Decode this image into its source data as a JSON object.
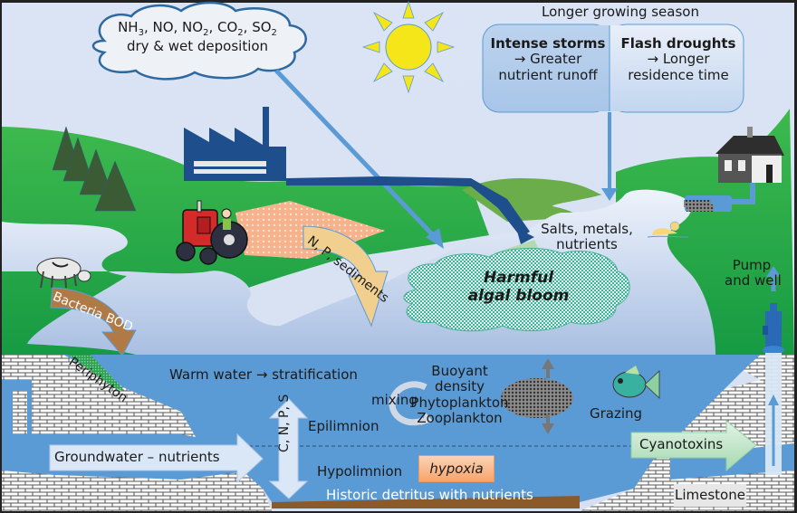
{
  "title": "Harmful algal bloom drivers in a lake ecosystem",
  "colors": {
    "sky": "#dbe4f4",
    "land": "#3cb54a",
    "water": "#5b9bd5",
    "bloom": "#6fc9b4",
    "factory": "#1f4e8c",
    "sun": "#f5e61a",
    "arrow_light": "#5b9bd5",
    "tractor": "#d42a2a",
    "sediment_arrow": "#f1d08f",
    "bacteria_arrow": "#b07a47",
    "rock": "#a9a9a9",
    "detritus": "#8b5a2b"
  },
  "labels": {
    "deposition_cloud": {
      "gases": [
        "NH",
        "3",
        ", NO, NO",
        "2",
        ", CO",
        "2",
        ", SO",
        "2"
      ],
      "line2": "dry & wet deposition"
    },
    "climate": {
      "season": "Longer growing season",
      "storms_title": "Intense storms",
      "storms_text1": "→ Greater",
      "storms_text2": "nutrient runoff",
      "droughts_title": "Flash droughts",
      "droughts_text1": "→ Longer",
      "droughts_text2": "residence time"
    },
    "salts": "Salts, metals,",
    "salts2": "nutrients",
    "hab1": "Harmful",
    "hab2": "algal bloom",
    "pump1": "Pump",
    "pump2": "and well",
    "n_p_sediments": "N, P, sediments",
    "bacteria_bod": "Bacteria BOD",
    "periphyton": "Periphyton",
    "warm_water": "Warm water → stratification",
    "mixing": "mixing",
    "buoyant": "Buoyant",
    "density": "density",
    "phytoplankton": "Phytoplankton",
    "zooplankton": "Zooplankton",
    "grazing": "Grazing",
    "epilimnion": "Epilimnion",
    "hypolimnion": "Hypolimnion",
    "hypoxia": "hypoxia",
    "detritus": "Historic detritus with nutrients",
    "groundwater": "Groundwater – nutrients",
    "cnps": "C, N, P, S",
    "cyanotoxins": "Cyanotoxins",
    "limestone": "Limestone"
  },
  "icons": [
    "cloud-icon",
    "sun-icon",
    "factory-icon",
    "tree-icon",
    "tractor-icon",
    "cow-icon",
    "house-icon",
    "septic-tank-icon",
    "swimmer-icon",
    "fish-icon",
    "pump-icon",
    "mixing-cycle-icon",
    "plankton-cluster-icon"
  ]
}
